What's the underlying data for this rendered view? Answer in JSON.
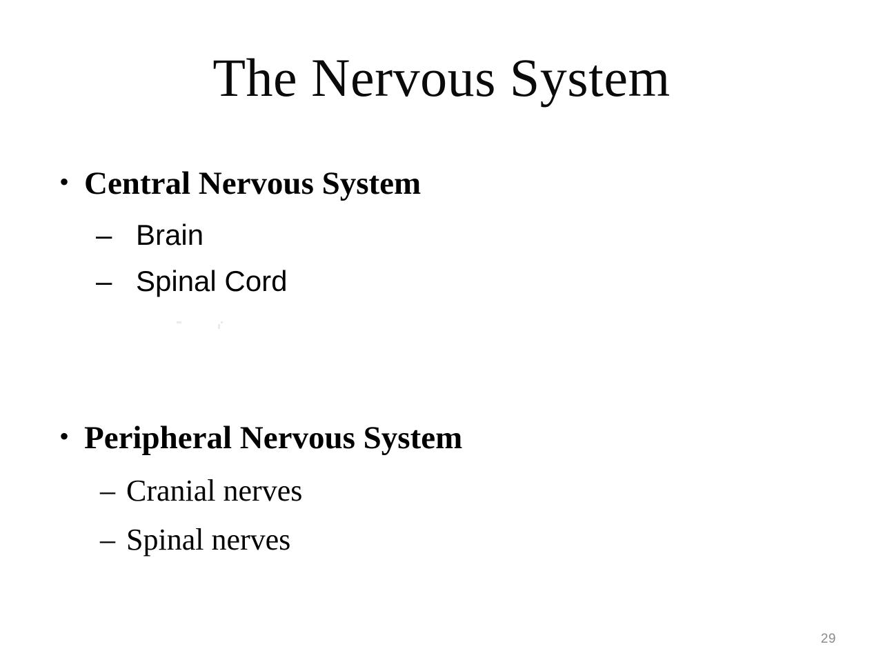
{
  "slide": {
    "title": "The Nervous System",
    "page_number": "29",
    "background_color": "#ffffff",
    "text_color": "#000000",
    "page_number_color": "#8a8a8a"
  },
  "bullets": [
    {
      "marker": "•",
      "text": "Central Nervous System",
      "sub": [
        {
          "marker": "–",
          "text": "Brain"
        },
        {
          "marker": "–",
          "text": "Spinal Cord"
        }
      ]
    },
    {
      "marker": "•",
      "text": "Peripheral Nervous System",
      "sub": [
        {
          "marker": "–",
          "text": "Cranial nerves"
        },
        {
          "marker": "–",
          "text": "Spinal nerves"
        }
      ]
    }
  ]
}
